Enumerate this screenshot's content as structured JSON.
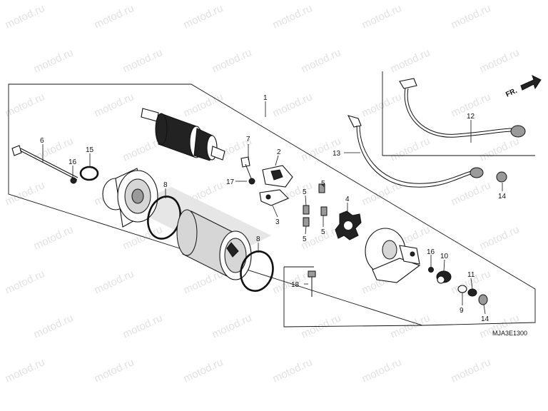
{
  "watermark": "motod.ru",
  "diagram_code": "MJA3E1300",
  "direction_label": "FR.",
  "callouts": {
    "p1": "1",
    "p2": "2",
    "p3": "3",
    "p4": "4",
    "p5a": "5",
    "p5b": "5",
    "p5c": "5",
    "p5d": "5",
    "p6": "6",
    "p7": "7",
    "p8a": "8",
    "p8b": "8",
    "p9": "9",
    "p10": "10",
    "p11": "11",
    "p12": "12",
    "p13": "13",
    "p14a": "14",
    "p14b": "14",
    "p15": "15",
    "p16a": "16",
    "p16b": "16",
    "p17": "17",
    "p18": "18"
  }
}
